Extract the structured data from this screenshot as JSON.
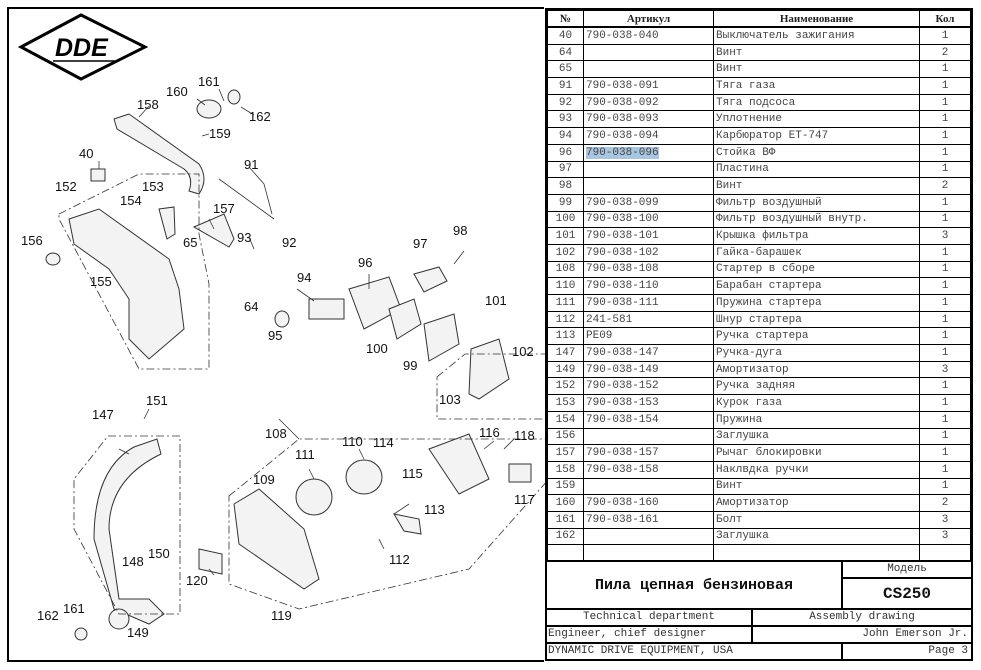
{
  "logo": {
    "text": "DDE"
  },
  "callouts": [
    {
      "id": "161",
      "label": "161"
    },
    {
      "id": "160",
      "label": "160"
    },
    {
      "id": "162",
      "label": "162"
    },
    {
      "id": "158",
      "label": "158"
    },
    {
      "id": "159",
      "label": "159"
    },
    {
      "id": "40",
      "label": "40"
    },
    {
      "id": "91",
      "label": "91"
    },
    {
      "id": "152",
      "label": "152"
    },
    {
      "id": "153",
      "label": "153"
    },
    {
      "id": "154",
      "label": "154"
    },
    {
      "id": "157",
      "label": "157"
    },
    {
      "id": "156",
      "label": "156"
    },
    {
      "id": "65",
      "label": "65"
    },
    {
      "id": "93",
      "label": "93"
    },
    {
      "id": "92",
      "label": "92"
    },
    {
      "id": "97",
      "label": "97"
    },
    {
      "id": "98",
      "label": "98"
    },
    {
      "id": "155",
      "label": "155"
    },
    {
      "id": "96",
      "label": "96"
    },
    {
      "id": "94",
      "label": "94"
    },
    {
      "id": "64",
      "label": "64"
    },
    {
      "id": "101",
      "label": "101"
    },
    {
      "id": "95",
      "label": "95"
    },
    {
      "id": "100",
      "label": "100"
    },
    {
      "id": "102",
      "label": "102"
    },
    {
      "id": "99",
      "label": "99"
    },
    {
      "id": "103",
      "label": "103"
    },
    {
      "id": "151",
      "label": "151"
    },
    {
      "id": "147",
      "label": "147"
    },
    {
      "id": "108",
      "label": "108"
    },
    {
      "id": "116",
      "label": "116"
    },
    {
      "id": "118",
      "label": "118"
    },
    {
      "id": "110",
      "label": "110"
    },
    {
      "id": "114",
      "label": "114"
    },
    {
      "id": "111",
      "label": "111"
    },
    {
      "id": "115",
      "label": "115"
    },
    {
      "id": "109",
      "label": "109"
    },
    {
      "id": "117",
      "label": "117"
    },
    {
      "id": "113",
      "label": "113"
    },
    {
      "id": "150",
      "label": "150"
    },
    {
      "id": "148",
      "label": "148"
    },
    {
      "id": "112",
      "label": "112"
    },
    {
      "id": "120",
      "label": "120"
    },
    {
      "id": "161b",
      "label": "161"
    },
    {
      "id": "162b",
      "label": "162"
    },
    {
      "id": "149",
      "label": "149"
    },
    {
      "id": "119",
      "label": "119"
    }
  ],
  "table": {
    "headers": {
      "num": "№",
      "article": "Артикул",
      "name": "Наименование",
      "qty": "Кол"
    },
    "rows": [
      {
        "num": "40",
        "article": "790-038-040",
        "name": "Выключатель зажигания",
        "qty": "1"
      },
      {
        "num": "64",
        "article": "",
        "name": "Винт",
        "qty": "2"
      },
      {
        "num": "65",
        "article": "",
        "name": "Винт",
        "qty": "1"
      },
      {
        "num": "91",
        "article": "790-038-091",
        "name": "Тяга газа",
        "qty": "1"
      },
      {
        "num": "92",
        "article": "790-038-092",
        "name": "Тяга подсоса",
        "qty": "1"
      },
      {
        "num": "93",
        "article": "790-038-093",
        "name": "Уплотнение",
        "qty": "1"
      },
      {
        "num": "94",
        "article": "790-038-094",
        "name": "Карбюратор ET-747",
        "qty": "1"
      },
      {
        "num": "96",
        "article": "790-038-096",
        "name": "Стойка ВФ",
        "qty": "1",
        "selected": true
      },
      {
        "num": "97",
        "article": "",
        "name": "Пластина",
        "qty": "1"
      },
      {
        "num": "98",
        "article": "",
        "name": "Винт",
        "qty": "2"
      },
      {
        "num": "99",
        "article": "790-038-099",
        "name": "Фильтр воздушный",
        "qty": "1"
      },
      {
        "num": "100",
        "article": "790-038-100",
        "name": "Фильтр воздушный внутр.",
        "qty": "1"
      },
      {
        "num": "101",
        "article": "790-038-101",
        "name": "Крышка фильтра",
        "qty": "3"
      },
      {
        "num": "102",
        "article": "790-038-102",
        "name": "Гайка-барашек",
        "qty": "1"
      },
      {
        "num": "108",
        "article": "790-038-108",
        "name": "Стартер в сборе",
        "qty": "1"
      },
      {
        "num": "110",
        "article": "790-038-110",
        "name": "Барабан стартера",
        "qty": "1"
      },
      {
        "num": "111",
        "article": "790-038-111",
        "name": "Пружина стартера",
        "qty": "1"
      },
      {
        "num": "112",
        "article": "241-581",
        "name": "Шнур стартера",
        "qty": "1"
      },
      {
        "num": "113",
        "article": "PE09",
        "name": "Ручка стартера",
        "qty": "1"
      },
      {
        "num": "147",
        "article": "790-038-147",
        "name": "Ручка-дуга",
        "qty": "1"
      },
      {
        "num": "149",
        "article": "790-038-149",
        "name": "Амортизатор",
        "qty": "3"
      },
      {
        "num": "152",
        "article": "790-038-152",
        "name": "Ручка задняя",
        "qty": "1"
      },
      {
        "num": "153",
        "article": "790-038-153",
        "name": "Курок газа",
        "qty": "1"
      },
      {
        "num": "154",
        "article": "790-038-154",
        "name": "Пружина",
        "qty": "1"
      },
      {
        "num": "156",
        "article": "",
        "name": "Заглушка",
        "qty": "1"
      },
      {
        "num": "157",
        "article": "790-038-157",
        "name": "Рычаг блокировки",
        "qty": "1"
      },
      {
        "num": "158",
        "article": "790-038-158",
        "name": "Наклвдка ручки",
        "qty": "1"
      },
      {
        "num": "159",
        "article": "",
        "name": "Винт",
        "qty": "1"
      },
      {
        "num": "160",
        "article": "790-038-160",
        "name": "Амортизатор",
        "qty": "2"
      },
      {
        "num": "161",
        "article": "790-038-161",
        "name": "Болт",
        "qty": "3"
      },
      {
        "num": "162",
        "article": "",
        "name": "Заглушка",
        "qty": "3"
      },
      {
        "num": "",
        "article": "",
        "name": "",
        "qty": ""
      }
    ]
  },
  "title_block": {
    "product_name": "Пила цепная бензиновая",
    "model_label": "Модель",
    "model_value": "CS250",
    "department": "Technical department",
    "drawing_type": "Assembly drawing",
    "role": "Engineer, chief designer",
    "person": "John Emerson Jr.",
    "company": "DYNAMIC DRIVE EQUIPMENT, USA",
    "page": "Page 3"
  },
  "colors": {
    "selection": "#a9c6e1",
    "border": "#000000"
  }
}
